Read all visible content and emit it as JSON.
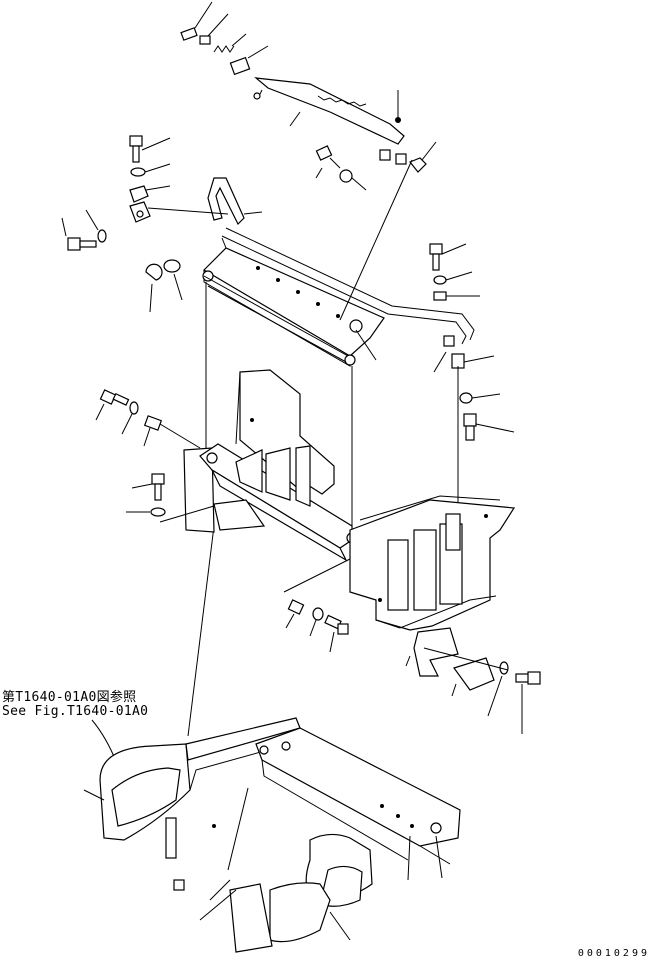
{
  "reference_note": {
    "japanese": "第T1640-01A0図参照",
    "english": "See Fig.T1640-01A0"
  },
  "drawing_number": "00010299"
}
